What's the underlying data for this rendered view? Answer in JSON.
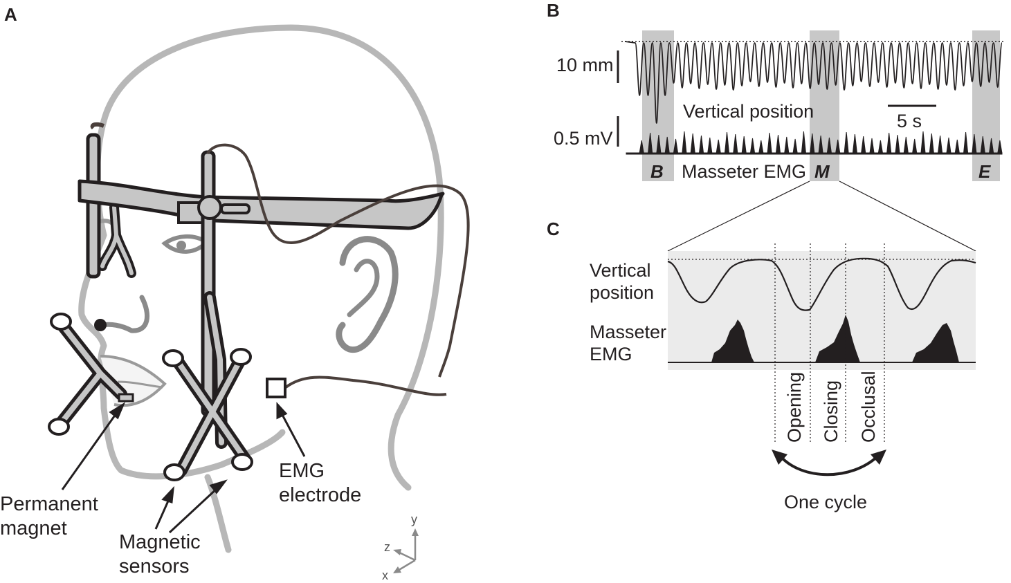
{
  "panels": {
    "a": "A",
    "b": "B",
    "c": "C"
  },
  "panel_a": {
    "permanent_magnet": [
      "Permanent",
      "magnet"
    ],
    "magnetic_sensors": [
      "Magnetic",
      "sensors"
    ],
    "emg_electrode": [
      "EMG",
      "electrode"
    ],
    "axes": {
      "x": "x",
      "y": "y",
      "z": "z"
    }
  },
  "panel_b": {
    "scale_vertical": "10 mm",
    "scale_emg": "0.5 mV",
    "scale_time": "5 s",
    "trace_vertical": "Vertical position",
    "trace_emg": "Masseter EMG",
    "segments": [
      "B",
      "M",
      "E"
    ]
  },
  "panel_c": {
    "vertical": [
      "Vertical",
      "position"
    ],
    "emg": [
      "Masseter",
      "EMG"
    ],
    "phases": [
      "Opening",
      "Closing",
      "Occlusal"
    ],
    "cycle": "One cycle"
  },
  "colors": {
    "ink": "#231f20",
    "shade": "#c8c8c8",
    "head_outline": "#b7b7b7",
    "device_fill": "#c6c6c6",
    "cable": "#4a3f3b",
    "zoom_bg": "#ebebeb"
  }
}
